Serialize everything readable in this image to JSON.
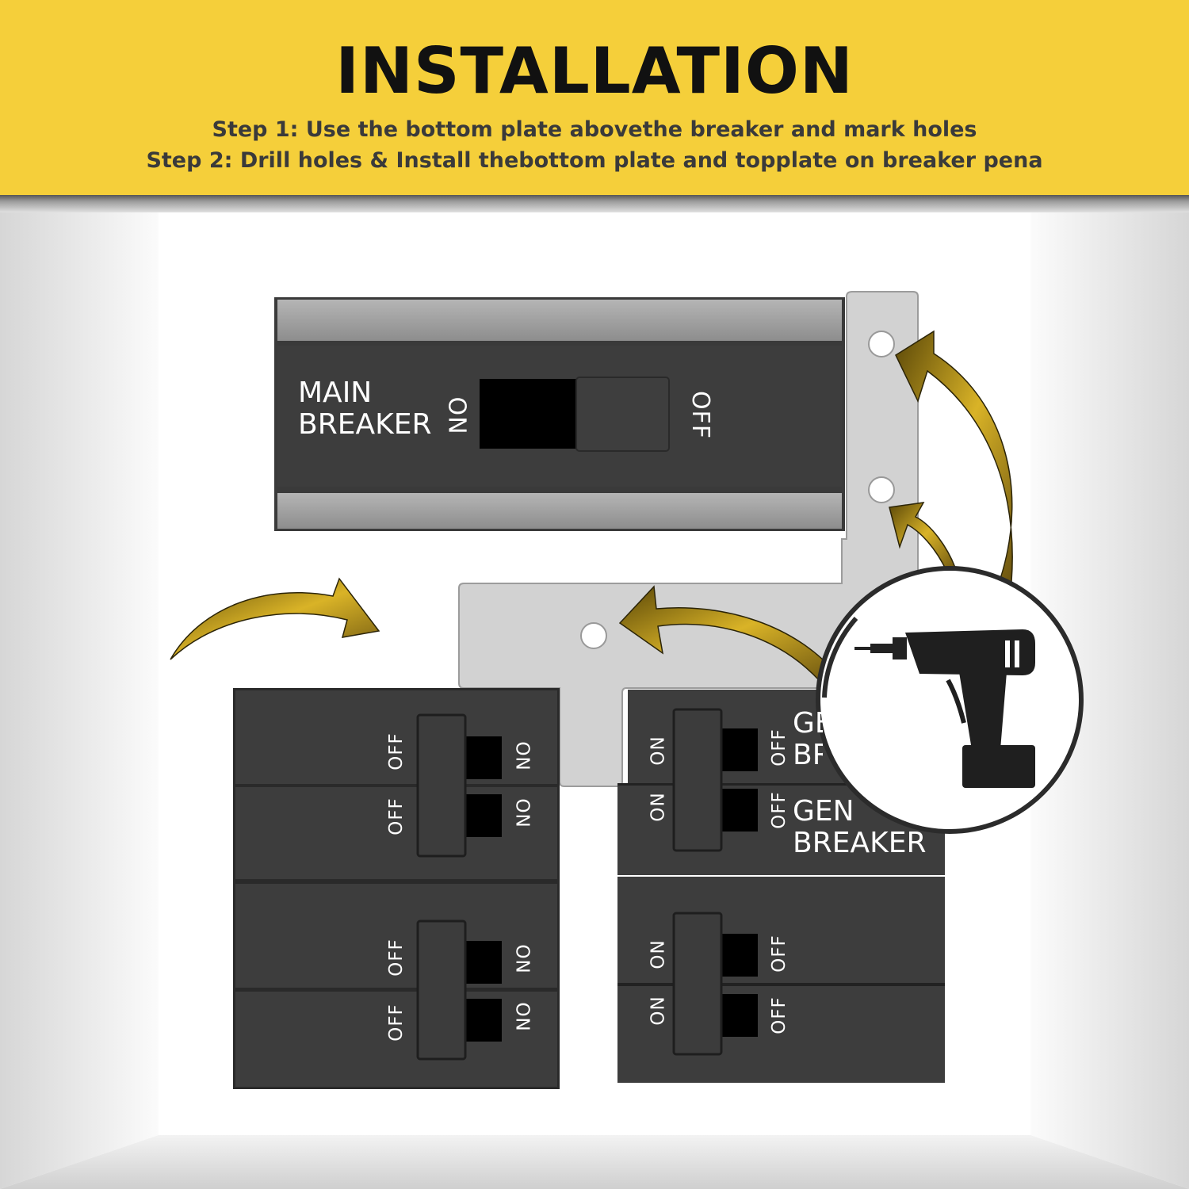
{
  "header": {
    "title": "INSTALLATION",
    "step1": "Step 1: Use the bottom plate abovethe breaker and mark holes",
    "step2": "Step 2: Drill holes & Install thebottom plate and topplate on breaker pena"
  },
  "main_breaker": {
    "label_line1": "MAIN",
    "label_line2": "BREAKER",
    "on_label": "ON",
    "off_label": "OFF"
  },
  "gen_breaker": {
    "label_line1": "GEN",
    "label_line2": "BREAKER",
    "top_label_line1": "GEN",
    "top_label_line2": "BREAKER"
  },
  "switch_labels": {
    "on": "ON",
    "off": "OFF"
  },
  "colors": {
    "banner": "#f5cf3a",
    "breaker_body": "#3d3d3d",
    "plate": "#d4d4d4",
    "arrow": "#c9a21c"
  },
  "icons": {
    "drill": "cordless-drill-icon",
    "arrow": "curved-arrow-icon"
  }
}
